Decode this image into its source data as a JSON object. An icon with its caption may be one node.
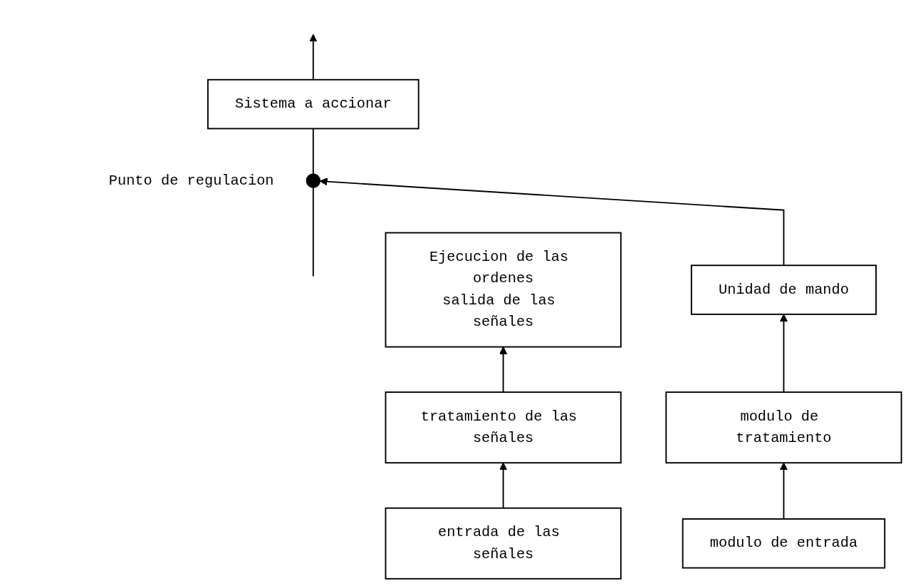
{
  "diagram": {
    "nodes": [
      {
        "text": [],
        "shape": "circle",
        "beside": [
          "Punto de regulacion"
        ]
      },
      {
        "text": [
          "Sistema a accionar"
        ]
      },
      {
        "text": [
          "Unidad de mando"
        ]
      },
      {
        "text": [
          "Ejecucion de las ordenes",
          "salida de las señales"
        ]
      },
      {
        "text": [
          "modulo de tratamiento"
        ]
      },
      {
        "text": [
          "tratamiento de las señales"
        ]
      },
      {
        "text": [
          "modulo de entrada"
        ]
      },
      {
        "text": [
          "entrada de las señales"
        ]
      }
    ],
    "edges": [
      {
        "from": null,
        "to": 0,
        "arrow": "none"
      },
      {
        "from": 0,
        "to": 1,
        "arrow": "none"
      },
      {
        "from": 1,
        "to": null,
        "arrow": "to"
      },
      {
        "from": 2,
        "to": 0,
        "arrow": "to"
      },
      {
        "from": 4,
        "to": 2,
        "arrow": "to"
      },
      {
        "from": 6,
        "to": 4,
        "arrow": "to"
      },
      {
        "from": 7,
        "to": 5,
        "arrow": "to"
      },
      {
        "from": 5,
        "to": 3,
        "arrow": "to"
      }
    ]
  }
}
